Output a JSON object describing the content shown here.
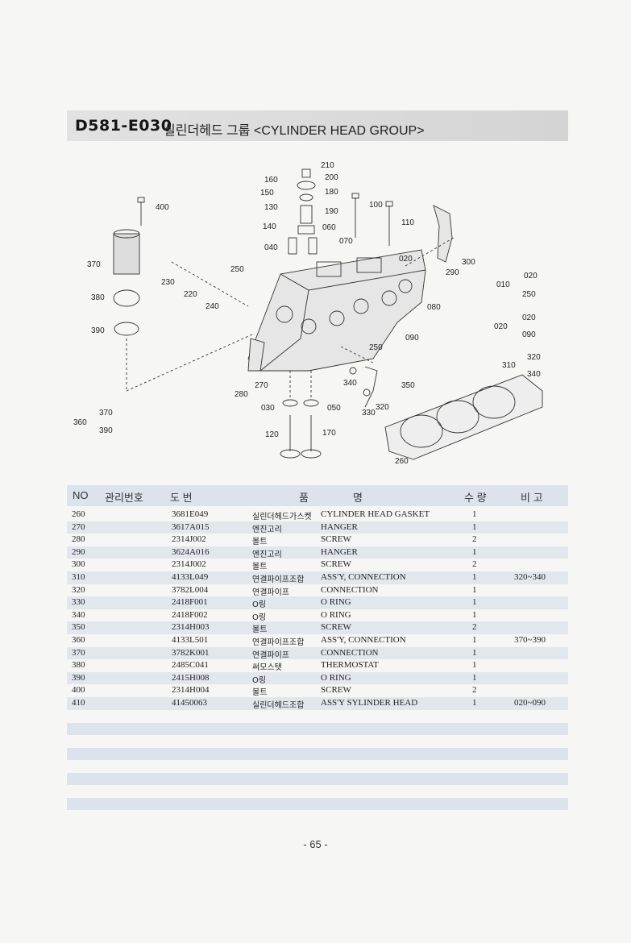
{
  "header": {
    "code": "D581-E030",
    "name": "실린더헤드 그룹 <CYLINDER HEAD GROUP>"
  },
  "diagram": {
    "callouts": [
      "210",
      "160",
      "200",
      "150",
      "180",
      "130",
      "190",
      "100",
      "110",
      "140",
      "060",
      "070",
      "040",
      "400",
      "370",
      "230",
      "250",
      "220",
      "240",
      "380",
      "390",
      "020",
      "290",
      "300",
      "010",
      "250",
      "020",
      "020",
      "090",
      "080",
      "090",
      "250",
      "310",
      "320",
      "340",
      "270",
      "280",
      "340",
      "350",
      "330",
      "320",
      "030",
      "050",
      "120",
      "170",
      "360",
      "370",
      "390",
      "260"
    ]
  },
  "table": {
    "headers": {
      "no": "NO",
      "mgmt": "관리번호",
      "drawing": "도    번",
      "name_a": "품",
      "name_b": "명",
      "qty": "수 량",
      "remark": "비  고"
    },
    "rows": [
      {
        "no": "260",
        "part": "3681E049",
        "kr": "실린더헤드가스켓",
        "en": "CYLINDER HEAD GASKET",
        "qty": "1",
        "remark": ""
      },
      {
        "no": "270",
        "part": "3617A015",
        "kr": "엔진고리",
        "en": "HANGER",
        "qty": "1",
        "remark": ""
      },
      {
        "no": "280",
        "part": "2314J002",
        "kr": "볼트",
        "en": "SCREW",
        "qty": "2",
        "remark": ""
      },
      {
        "no": "290",
        "part": "3624A016",
        "kr": "엔진고리",
        "en": "HANGER",
        "qty": "1",
        "remark": ""
      },
      {
        "no": "300",
        "part": "2314J002",
        "kr": "볼트",
        "en": "SCREW",
        "qty": "2",
        "remark": ""
      },
      {
        "no": "310",
        "part": "4133L049",
        "kr": "연결파이프조합",
        "en": "ASS'Y, CONNECTION",
        "qty": "1",
        "remark": "320~340"
      },
      {
        "no": "320",
        "part": "3782L004",
        "kr": "연결파이프",
        "en": "CONNECTION",
        "qty": "1",
        "remark": ""
      },
      {
        "no": "330",
        "part": "2418F001",
        "kr": "O링",
        "en": "O RING",
        "qty": "1",
        "remark": ""
      },
      {
        "no": "340",
        "part": "2418F002",
        "kr": "O링",
        "en": "O RING",
        "qty": "1",
        "remark": ""
      },
      {
        "no": "350",
        "part": "2314H003",
        "kr": "볼트",
        "en": "SCREW",
        "qty": "2",
        "remark": ""
      },
      {
        "no": "360",
        "part": "4133L501",
        "kr": "연결파이프조합",
        "en": "ASS'Y, CONNECTION",
        "qty": "1",
        "remark": "370~390"
      },
      {
        "no": "370",
        "part": "3782K001",
        "kr": "연결파이프",
        "en": "CONNECTION",
        "qty": "1",
        "remark": ""
      },
      {
        "no": "380",
        "part": "2485C041",
        "kr": "써모스탯",
        "en": "THERMOSTAT",
        "qty": "1",
        "remark": ""
      },
      {
        "no": "390",
        "part": "2415H008",
        "kr": "O링",
        "en": "O RING",
        "qty": "1",
        "remark": ""
      },
      {
        "no": "400",
        "part": "2314H004",
        "kr": "볼트",
        "en": "SCREW",
        "qty": "2",
        "remark": ""
      },
      {
        "no": "410",
        "part": "41450063",
        "kr": "실린더헤드조합",
        "en": "ASS'Y SYLINDER HEAD",
        "qty": "1",
        "remark": "020~090"
      }
    ]
  },
  "footer": {
    "page": "- 65 -"
  },
  "colors": {
    "title_bg": "#d9d9d9",
    "row_shade": "#e2e7ee",
    "paper": "#f6f6f4"
  }
}
